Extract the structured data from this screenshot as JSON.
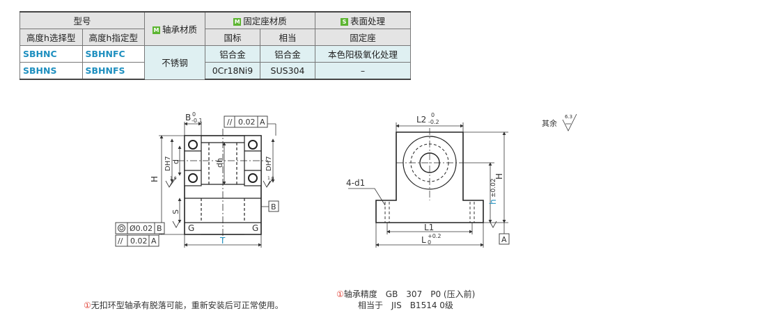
{
  "table": {
    "col_model": "型号",
    "col_material": "轴承材质",
    "col_seat_material": "固定座材质",
    "col_surface": "表面处理",
    "tag_m": "M",
    "tag_s": "S",
    "h_select": "高度h选择型",
    "h_specify": "高度h指定型",
    "std_gb": "国标",
    "std_eq": "相当",
    "seat": "固定座",
    "rows": [
      {
        "type_select": "SBHNC",
        "type_specify": "SBHNFC",
        "gb": "铝合金",
        "eq": "铝合金",
        "surface": "本色阳极氧化处理"
      },
      {
        "type_select": "SBHNS",
        "type_specify": "SBHNFS",
        "gb": "0Cr18Ni9",
        "eq": "SUS304",
        "surface": "–"
      }
    ],
    "bearing_material": "不锈钢"
  },
  "drawing_left": {
    "B": "B",
    "B_tol_upper": "0",
    "B_tol_lower": "-0.1",
    "parallel_tol": "0.02",
    "datum_A": "A",
    "datum_B": "B",
    "H": "H",
    "DH7": "DH7",
    "d": "d",
    "dh": "dh",
    "S": "S",
    "G": "G",
    "T": "T",
    "concentric_tol": "Ø0.02",
    "roughness": "1.6",
    "fcf_parallel_tol": "0.02"
  },
  "drawing_right": {
    "L2": "L2",
    "L2_tol_upper": "0",
    "L2_tol_lower": "-0.2",
    "holes": "4-d1",
    "H": "H",
    "h": "h",
    "h_tol": "±0.02",
    "L1": "L1",
    "L": "L",
    "L_tol_upper": "+0.2",
    "L_tol_lower": "0",
    "datum_A": "A",
    "roughness_prefix": "其余",
    "roughness_value": "6.3"
  },
  "notes": {
    "left_mark": "①",
    "left": "无扣环型轴承有脱落可能，重新安装后可正常使用。",
    "right_mark": "①",
    "right_line1": "轴承精度　GB　307　P0 (压入前)",
    "right_line2": "相当于　JIS　B1514 0级"
  }
}
